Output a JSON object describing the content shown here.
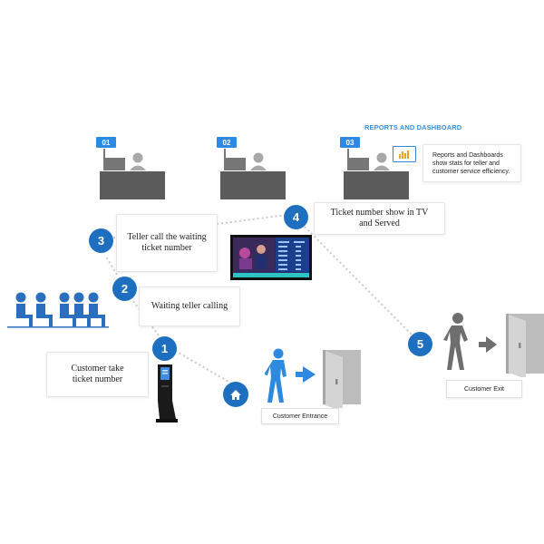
{
  "reports": {
    "title": "REPORTS AND DASHBOARD",
    "description": "Reports and Dashboards show stats for teller and customer service efficiency."
  },
  "counters": [
    {
      "number": "01"
    },
    {
      "number": "02"
    },
    {
      "number": "03"
    }
  ],
  "steps": [
    {
      "number": "1",
      "text": "Customer take ticket number"
    },
    {
      "number": "2",
      "text": "Waiting teller calling"
    },
    {
      "number": "3",
      "text": "Teller call the waiting ticket number"
    },
    {
      "number": "4",
      "text": "Ticket number show in TV and Served"
    },
    {
      "number": "5",
      "text": "Customer Exit"
    }
  ],
  "entrance": {
    "label": "Customer Entrance"
  },
  "colors": {
    "step_circle": "#1f6fc1",
    "counter_badge": "#2d8ae0",
    "entrance_figure": "#2d8ae0",
    "exit_figure": "#6e6e6e",
    "desk": "#595959",
    "waiting_people": "#2a6fbd"
  },
  "icons": [
    "home-icon",
    "kiosk-icon",
    "tv-screen-icon",
    "chart-icon",
    "door-icon",
    "arrow-icon",
    "person-walking-icon",
    "seated-people-icon"
  ]
}
